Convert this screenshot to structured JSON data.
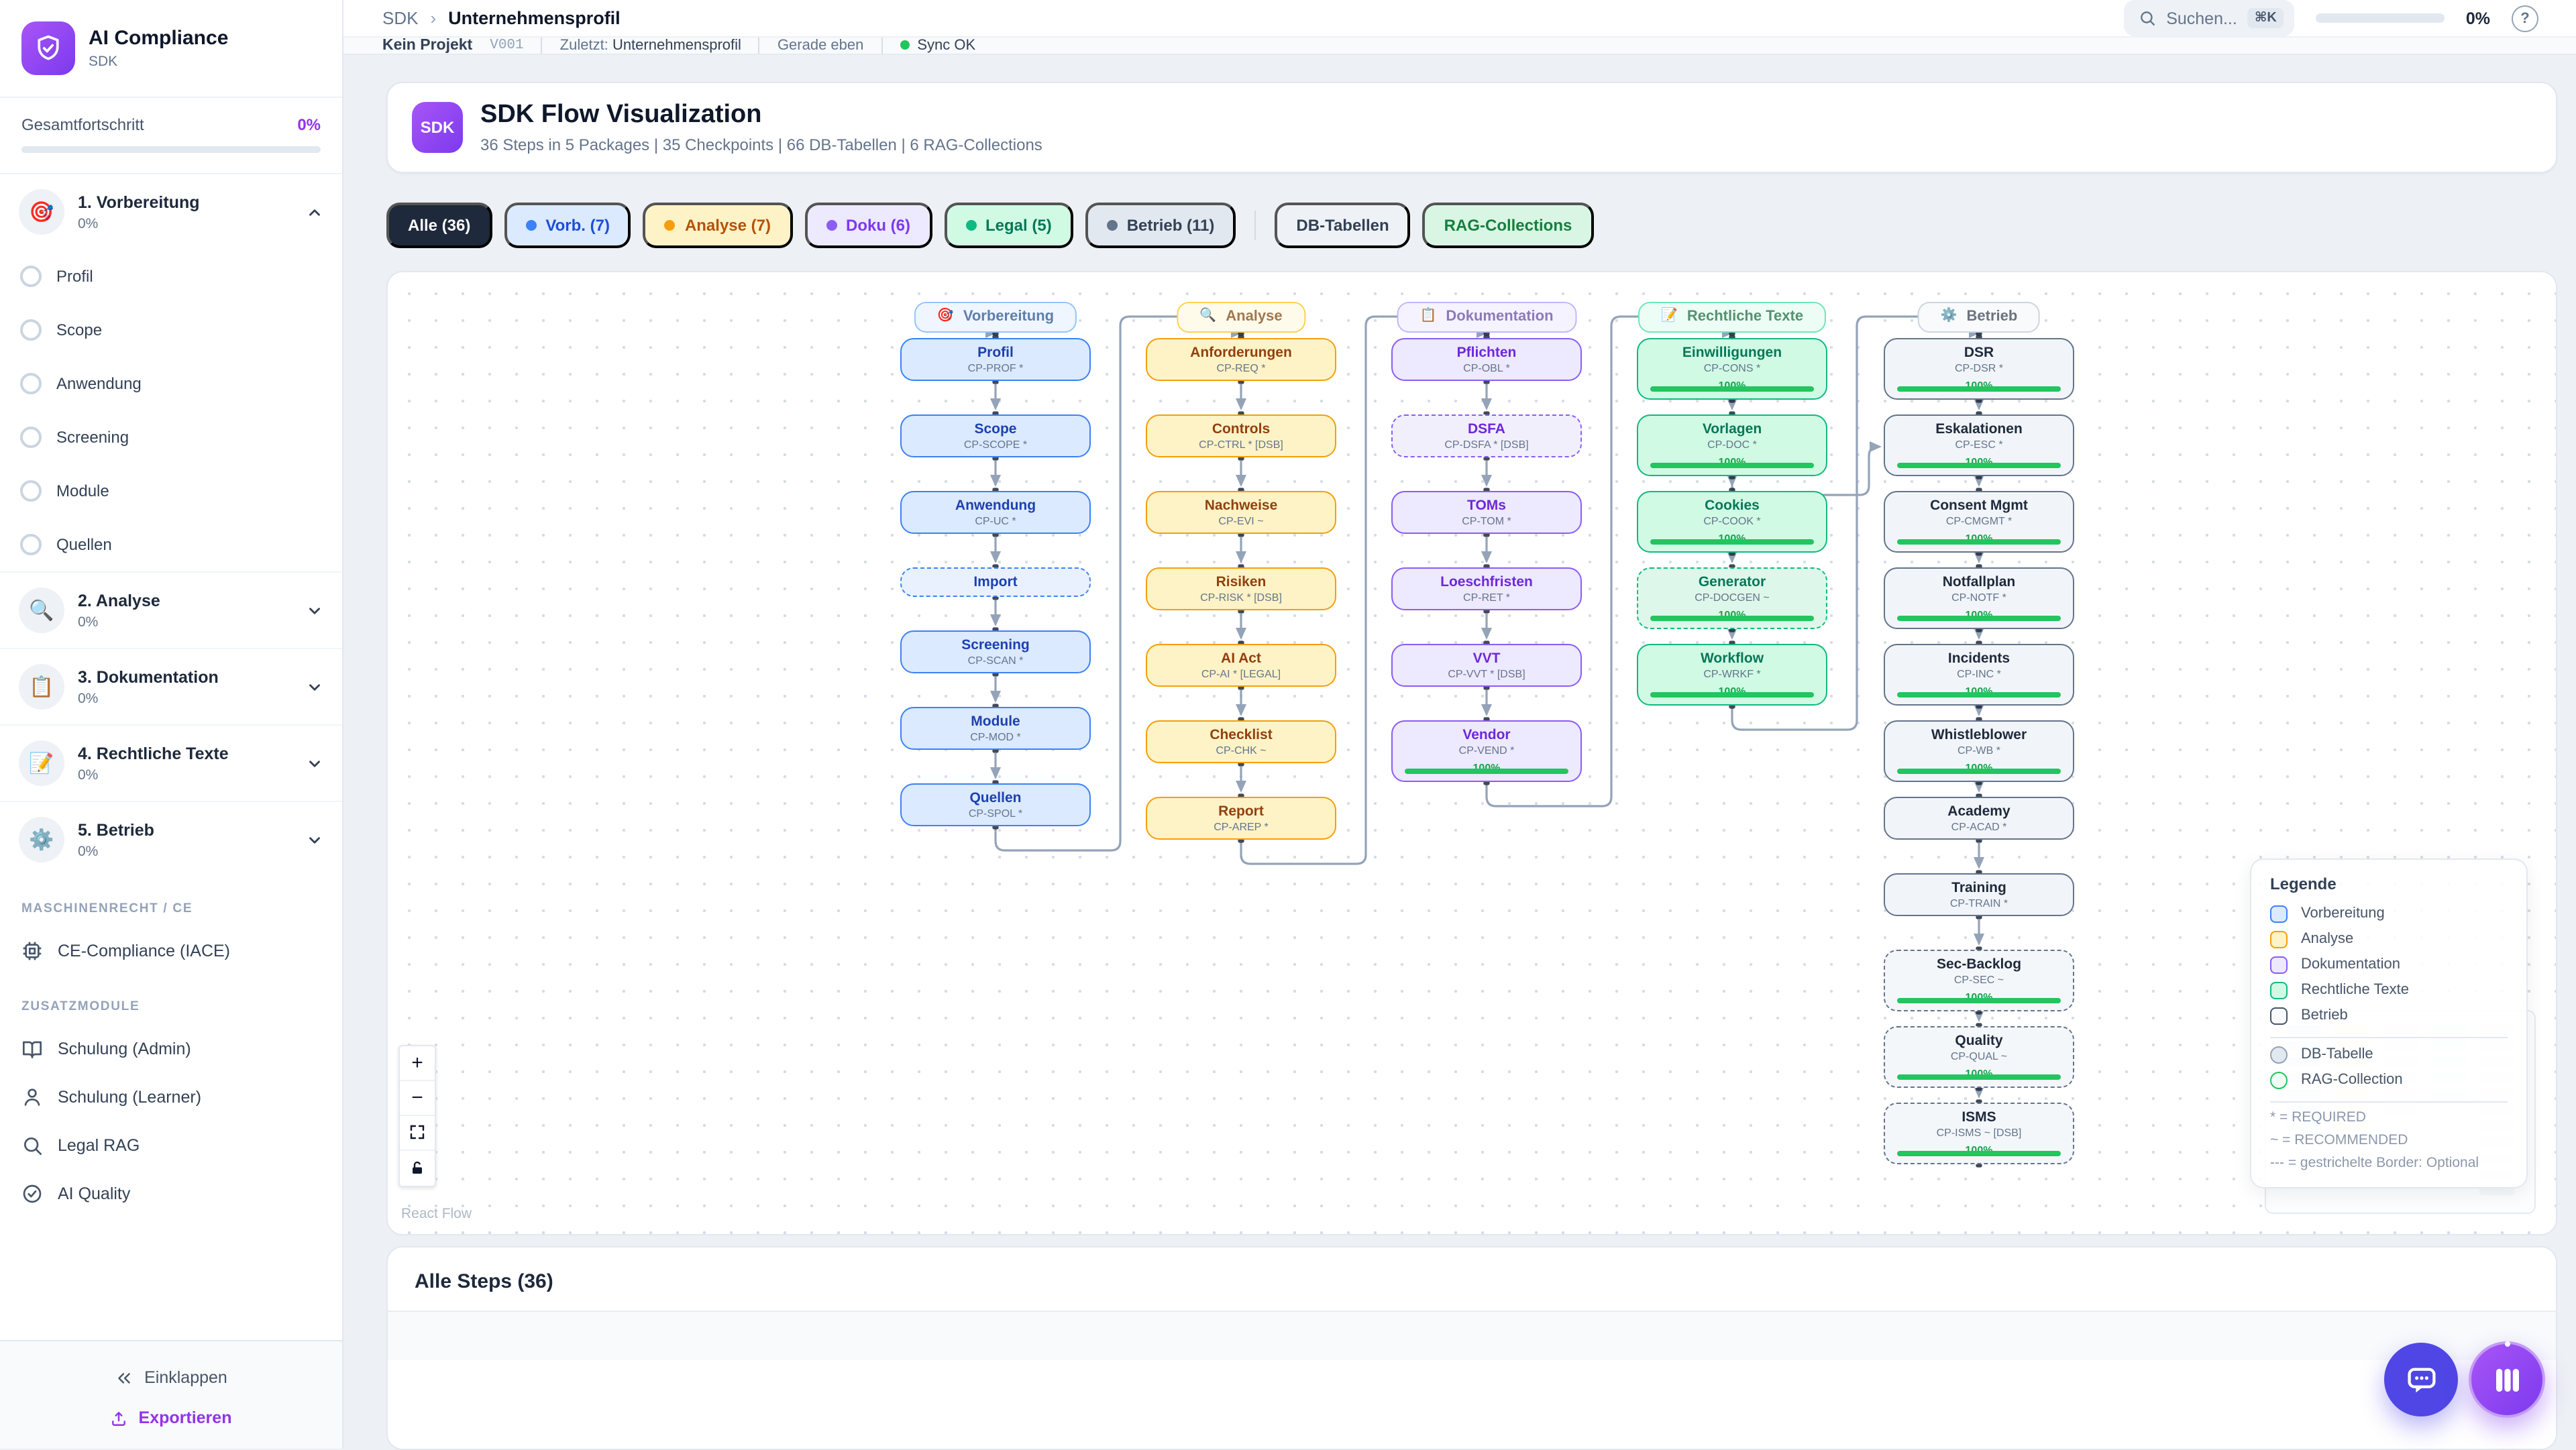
{
  "sidebar": {
    "brand": {
      "title": "AI Compliance",
      "subtitle": "SDK",
      "logo_icon": "shield-check-icon"
    },
    "overall": {
      "label": "Gesamtfortschritt",
      "value": "0%",
      "percent": 0,
      "accent_color": "#9333ea"
    },
    "phases": [
      {
        "label": "1. Vorbereitung",
        "pct": "0%",
        "icon": "🎯",
        "expanded": true,
        "steps": [
          "Profil",
          "Scope",
          "Anwendung",
          "Screening",
          "Module",
          "Quellen"
        ]
      },
      {
        "label": "2. Analyse",
        "pct": "0%",
        "icon": "🔍",
        "expanded": false,
        "steps": []
      },
      {
        "label": "3. Dokumentation",
        "pct": "0%",
        "icon": "📋",
        "expanded": false,
        "steps": []
      },
      {
        "label": "4. Rechtliche Texte",
        "pct": "0%",
        "icon": "📝",
        "expanded": false,
        "steps": []
      },
      {
        "label": "5. Betrieb",
        "pct": "0%",
        "icon": "⚙️",
        "expanded": false,
        "steps": []
      }
    ],
    "sections": [
      {
        "label": "MASCHINENRECHT / CE",
        "items": [
          {
            "icon": "cpu-icon",
            "label": "CE-Compliance (IACE)"
          }
        ]
      },
      {
        "label": "ZUSATZMODULE",
        "items": [
          {
            "icon": "book-icon",
            "label": "Schulung (Admin)"
          },
          {
            "icon": "user-icon",
            "label": "Schulung (Learner)"
          },
          {
            "icon": "search-icon",
            "label": "Legal RAG"
          },
          {
            "icon": "check-circle-icon",
            "label": "AI Quality"
          }
        ]
      }
    ],
    "footer": {
      "collapse": "Einklappen",
      "export": "Exportieren"
    }
  },
  "header": {
    "breadcrumb": {
      "root": "SDK",
      "current": "Unternehmensprofil"
    },
    "search": {
      "placeholder": "Suchen...",
      "shortcut": "⌘K"
    },
    "progress": {
      "value": "0%",
      "percent": 0
    },
    "help_icon": "help-icon"
  },
  "statusbar": {
    "project": "Kein Projekt",
    "version": "V001",
    "last_label": "Zuletzt:",
    "last_value": "Unternehmensprofil",
    "time": "Gerade eben",
    "sync": "Sync OK",
    "sync_color": "#22c55e"
  },
  "flow_card": {
    "badge": "SDK",
    "title": "SDK Flow Visualization",
    "subtitle": "36 Steps in 5 Packages | 35 Checkpoints | 66 DB-Tabellen | 6 RAG-Collections"
  },
  "filters": {
    "chips": [
      {
        "label": "Alle (36)",
        "style": "all",
        "dot": null
      },
      {
        "label": "Vorb. (7)",
        "style": "vorb",
        "dot": "#3b82f6"
      },
      {
        "label": "Analyse (7)",
        "style": "analyse",
        "dot": "#f59e0b"
      },
      {
        "label": "Doku (6)",
        "style": "doku",
        "dot": "#8b5cf6"
      },
      {
        "label": "Legal (5)",
        "style": "legal",
        "dot": "#10b981"
      },
      {
        "label": "Betrieb (11)",
        "style": "betrieb",
        "dot": "#64748b"
      }
    ],
    "extra": [
      {
        "label": "DB-Tabellen",
        "style": "db"
      },
      {
        "label": "RAG-Collections",
        "style": "rag"
      }
    ]
  },
  "flow": {
    "columns": [
      {
        "id": "vorbereitung",
        "icon": "🎯",
        "label": "Vorbereitung",
        "accent": "#3b82f6",
        "fill": "#dbeafe",
        "nodes": [
          {
            "title": "Profil",
            "code": "CP-PROF *"
          },
          {
            "title": "Scope",
            "code": "CP-SCOPE *"
          },
          {
            "title": "Anwendung",
            "code": "CP-UC *"
          },
          {
            "title": "Import",
            "code": null,
            "dashed": true
          },
          {
            "title": "Screening",
            "code": "CP-SCAN *"
          },
          {
            "title": "Module",
            "code": "CP-MOD *"
          },
          {
            "title": "Quellen",
            "code": "CP-SPOL *"
          }
        ]
      },
      {
        "id": "analyse",
        "icon": "🔍",
        "label": "Analyse",
        "accent": "#f59e0b",
        "fill": "#fef3c7",
        "nodes": [
          {
            "title": "Anforderungen",
            "code": "CP-REQ *"
          },
          {
            "title": "Controls",
            "code": "CP-CTRL * [DSB]"
          },
          {
            "title": "Nachweise",
            "code": "CP-EVI ~"
          },
          {
            "title": "Risiken",
            "code": "CP-RISK * [DSB]"
          },
          {
            "title": "AI Act",
            "code": "CP-AI * [LEGAL]"
          },
          {
            "title": "Checklist",
            "code": "CP-CHK ~"
          },
          {
            "title": "Report",
            "code": "CP-AREP *"
          }
        ]
      },
      {
        "id": "dokumentation",
        "icon": "📋",
        "label": "Dokumentation",
        "accent": "#8b5cf6",
        "fill": "#ede9fe",
        "nodes": [
          {
            "title": "Pflichten",
            "code": "CP-OBL *"
          },
          {
            "title": "DSFA",
            "code": "CP-DSFA * [DSB]",
            "dashed": true
          },
          {
            "title": "TOMs",
            "code": "CP-TOM *"
          },
          {
            "title": "Loeschfristen",
            "code": "CP-RET *"
          },
          {
            "title": "VVT",
            "code": "CP-VVT * [DSB]"
          },
          {
            "title": "Vendor",
            "code": "CP-VEND *",
            "progress": "100%"
          }
        ]
      },
      {
        "id": "legal",
        "icon": "📝",
        "label": "Rechtliche Texte",
        "accent": "#10b981",
        "fill": "#d1fae5",
        "nodes": [
          {
            "title": "Einwilligungen",
            "code": "CP-CONS *",
            "progress": "100%"
          },
          {
            "title": "Vorlagen",
            "code": "CP-DOC *",
            "progress": "100%"
          },
          {
            "title": "Cookies",
            "code": "CP-COOK *",
            "progress": "100%"
          },
          {
            "title": "Generator",
            "code": "CP-DOCGEN ~",
            "progress": "100%",
            "dashed": true
          },
          {
            "title": "Workflow",
            "code": "CP-WRKF *",
            "progress": "100%"
          }
        ]
      },
      {
        "id": "betrieb",
        "icon": "⚙️",
        "label": "Betrieb",
        "accent": "#64748b",
        "fill": "#f1f5f9",
        "nodes": [
          {
            "title": "DSR",
            "code": "CP-DSR *",
            "progress": "100%"
          },
          {
            "title": "Eskalationen",
            "code": "CP-ESC *",
            "progress": "100%"
          },
          {
            "title": "Consent Mgmt",
            "code": "CP-CMGMT *",
            "progress": "100%"
          },
          {
            "title": "Notfallplan",
            "code": "CP-NOTF *",
            "progress": "100%"
          },
          {
            "title": "Incidents",
            "code": "CP-INC *",
            "progress": "100%"
          },
          {
            "title": "Whistleblower",
            "code": "CP-WB *",
            "progress": "100%"
          },
          {
            "title": "Academy",
            "code": "CP-ACAD *"
          },
          {
            "title": "Training",
            "code": "CP-TRAIN *"
          },
          {
            "title": "Sec-Backlog",
            "code": "CP-SEC ~",
            "progress": "100%",
            "dashed": true
          },
          {
            "title": "Quality",
            "code": "CP-QUAL ~",
            "progress": "100%",
            "dashed": true
          },
          {
            "title": "ISMS",
            "code": "CP-ISMS ~ [DSB]",
            "progress": "100%",
            "dashed": true
          }
        ]
      }
    ]
  },
  "legend": {
    "title": "Legende",
    "categories": [
      {
        "label": "Vorbereitung",
        "border": "#3b82f6",
        "fill": "#dbeafe"
      },
      {
        "label": "Analyse",
        "border": "#f59e0b",
        "fill": "#fef3c7"
      },
      {
        "label": "Dokumentation",
        "border": "#8b5cf6",
        "fill": "#ede9fe"
      },
      {
        "label": "Rechtliche Texte",
        "border": "#10b981",
        "fill": "#d1fae5"
      },
      {
        "label": "Betrieb",
        "border": "#475569",
        "fill": "#f8fafc"
      }
    ],
    "shapes": [
      {
        "label": "DB-Tabelle",
        "border": "#94a3b8",
        "fill": "#e2e8f0"
      },
      {
        "label": "RAG-Collection",
        "border": "#22c55e",
        "fill": "#f0fdf4"
      }
    ],
    "notes": [
      "* = REQUIRED",
      "~ = RECOMMENDED",
      "--- = gestrichelte Border: Optional"
    ]
  },
  "canvas": {
    "attribution": "React Flow",
    "controls": [
      "zoom-in",
      "zoom-out",
      "fit-view",
      "lock"
    ]
  },
  "steps_section": {
    "title": "Alle Steps (36)"
  }
}
